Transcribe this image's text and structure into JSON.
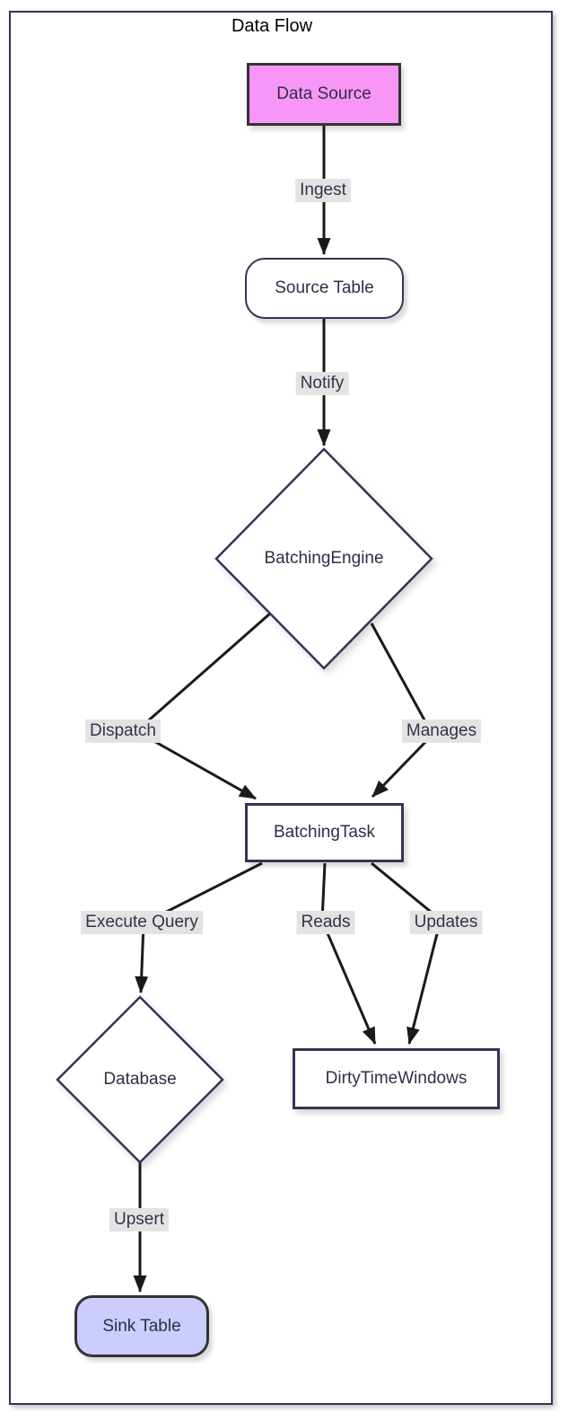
{
  "diagram": {
    "type": "flowchart",
    "title": "Data Flow",
    "nodes": [
      {
        "id": "data-source",
        "label": "Data Source",
        "shape": "rectangle",
        "fill": "#f896f8",
        "stroke": "#333333"
      },
      {
        "id": "source-table",
        "label": "Source Table",
        "shape": "rounded",
        "fill": "#ffffff",
        "stroke": "#343456"
      },
      {
        "id": "batching-engine",
        "label": "BatchingEngine",
        "shape": "diamond",
        "fill": "#ffffff",
        "stroke": "#343456"
      },
      {
        "id": "batching-task",
        "label": "BatchingTask",
        "shape": "rectangle",
        "fill": "#ffffff",
        "stroke": "#343456"
      },
      {
        "id": "database",
        "label": "Database",
        "shape": "diamond",
        "fill": "#ffffff",
        "stroke": "#343456"
      },
      {
        "id": "dirty-time-windows",
        "label": "DirtyTimeWindows",
        "shape": "rectangle",
        "fill": "#ffffff",
        "stroke": "#343456"
      },
      {
        "id": "sink-table",
        "label": "Sink Table",
        "shape": "rounded",
        "fill": "#ccccff",
        "stroke": "#333333"
      }
    ],
    "edges": [
      {
        "from": "data-source",
        "to": "source-table",
        "label": "Ingest"
      },
      {
        "from": "source-table",
        "to": "batching-engine",
        "label": "Notify"
      },
      {
        "from": "batching-engine",
        "to": "batching-task",
        "label": "Dispatch"
      },
      {
        "from": "batching-engine",
        "to": "batching-task",
        "label": "Manages"
      },
      {
        "from": "batching-task",
        "to": "database",
        "label": "Execute Query"
      },
      {
        "from": "batching-task",
        "to": "dirty-time-windows",
        "label": "Reads"
      },
      {
        "from": "batching-task",
        "to": "dirty-time-windows",
        "label": "Updates"
      },
      {
        "from": "database",
        "to": "sink-table",
        "label": "Upsert"
      }
    ],
    "colors": {
      "edge_line": "#1a1a1a",
      "edge_label_bg": "#e3e3e3",
      "edge_label_text": "#33334d",
      "node_text": "#2e2e47",
      "node_border": "#343456",
      "frame_border": "#343456",
      "data_source_fill": "#f896f8",
      "sink_table_fill": "#ccccff"
    }
  }
}
